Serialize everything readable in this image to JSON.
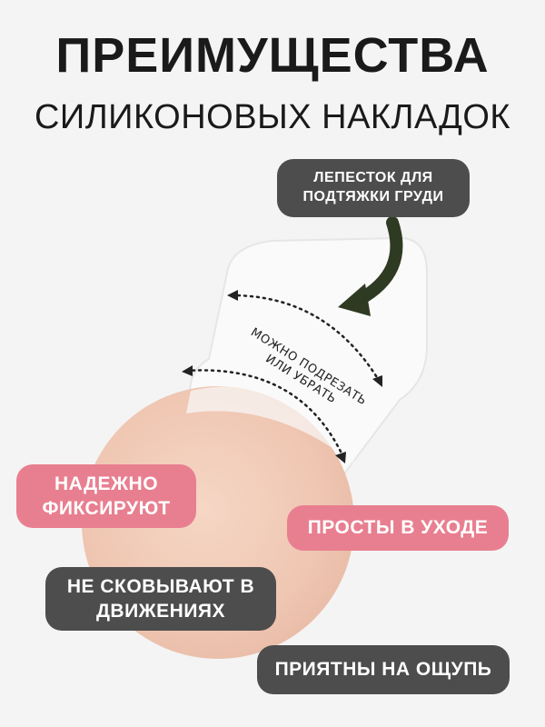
{
  "heading": {
    "title": "ПРЕИМУЩЕСТВА",
    "subtitle": "СИЛИКОНОВЫХ НАКЛАДОК"
  },
  "callout": {
    "petal": "ЛЕПЕСТОК ДЛЯ ПОДТЯЖКИ ГРУДИ",
    "cut": "МОЖНО ПОДРЕЗАТЬ ИЛИ УБРАТЬ"
  },
  "benefits": {
    "fix": "НАДЕЖНО ФИКСИРУЮТ",
    "care": "ПРОСТЫ В УХОДЕ",
    "move": "НЕ СКОВЫВАЮТ В ДВИЖЕНИЯХ",
    "touch": "ПРИЯТНЫ НА ОЩУПЬ"
  },
  "colors": {
    "dark_pill": "#4d4d4d",
    "pink_pill": "#e87f90",
    "pad": "#f0c9b6",
    "petal": "#fafafa",
    "arrow": "#2f3a22"
  }
}
